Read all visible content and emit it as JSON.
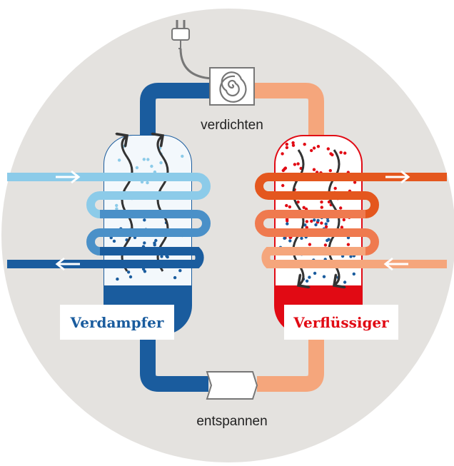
{
  "labels": {
    "compress": "verdichten",
    "expand": "entspannen",
    "evaporator": "Verdampfer",
    "condenser": "Verflüssiger"
  },
  "icons": {
    "plug": "power-plug-icon",
    "compressor": "compressor-icon",
    "expansion": "expansion-valve-icon",
    "flow_in": "arrow-right-icon",
    "flow_out": "arrow-left-icon",
    "vapor": "wavy-arrow-icon"
  },
  "colors": {
    "background_circle": "#e4e2df",
    "cold_dark": "#1a5c9e",
    "cold_mid": "#4a90c8",
    "cold_light": "#8ccbe9",
    "warm_light": "#f5a67c",
    "warm_mid": "#ef7a4f",
    "warm_dark": "#e4571e",
    "condenser_liquid": "#e10a14",
    "evaporator_text": "#1a5c9e",
    "condenser_text": "#e10a14",
    "icon_grey": "#777777"
  }
}
